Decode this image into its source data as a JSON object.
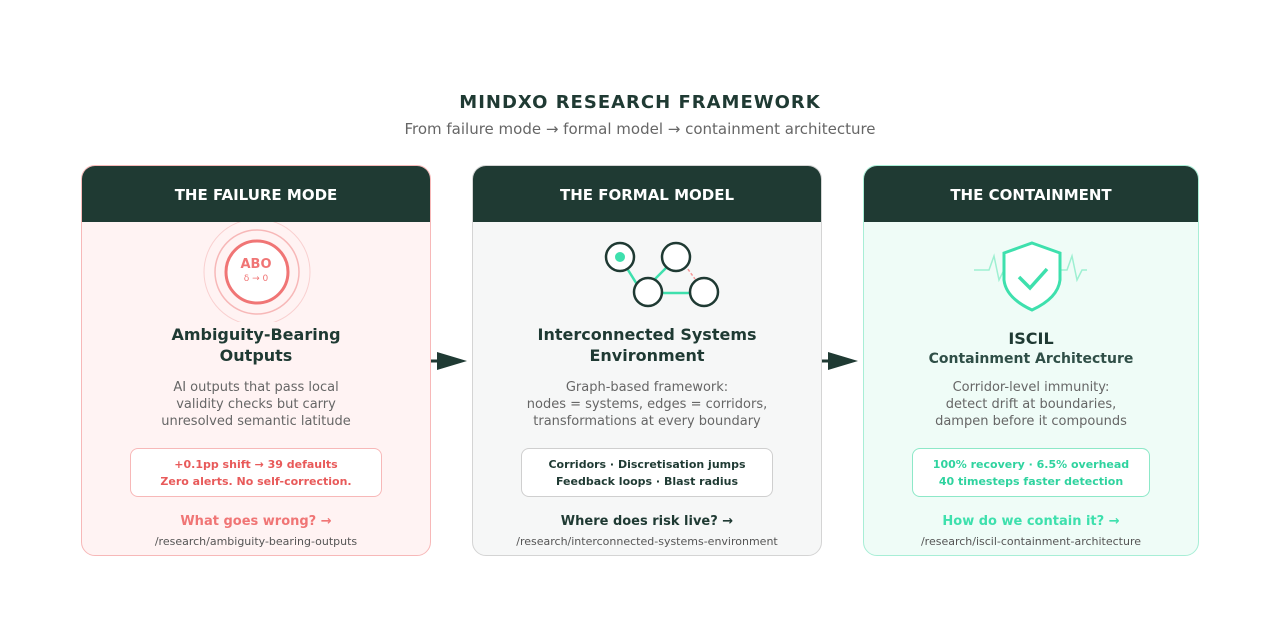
{
  "header": {
    "title": "MINDXO RESEARCH FRAMEWORK",
    "subtitle": "From failure mode → formal model → containment architecture"
  },
  "colors": {
    "dark": "#1f3a33",
    "red": "#f07575",
    "green": "#3ee0ad"
  },
  "cards": [
    {
      "heading": "THE FAILURE MODE",
      "icon": "abo-target-icon",
      "icon_label": "ABO",
      "icon_sublabel": "δ → 0",
      "name_line1": "Ambiguity-Bearing",
      "name_line2": "Outputs",
      "desc": [
        "AI outputs that pass local",
        "validity checks but carry",
        "unresolved semantic latitude"
      ],
      "box": [
        "+0.1pp shift → 39 defaults",
        "Zero alerts. No self-correction."
      ],
      "question": "What goes wrong? →",
      "path": "/research/ambiguity-bearing-outputs"
    },
    {
      "heading": "THE FORMAL MODEL",
      "icon": "graph-network-icon",
      "name_line1": "Interconnected Systems",
      "name_line2": "Environment",
      "desc": [
        "Graph-based framework:",
        "nodes = systems, edges = corridors,",
        "transformations at every boundary"
      ],
      "box": [
        "Corridors · Discretisation jumps",
        "Feedback loops · Blast radius"
      ],
      "question": "Where does risk live? →",
      "path": "/research/interconnected-systems-environment"
    },
    {
      "heading": "THE CONTAINMENT",
      "icon": "shield-check-icon",
      "name_line1": "ISCIL",
      "name_line2": "Containment Architecture",
      "desc": [
        "Corridor-level immunity:",
        "detect drift at boundaries,",
        "dampen before it compounds"
      ],
      "box": [
        "100% recovery · 6.5% overhead",
        "40 timesteps faster detection"
      ],
      "question": "How do we contain it? →",
      "path": "/research/iscil-containment-architecture"
    }
  ]
}
